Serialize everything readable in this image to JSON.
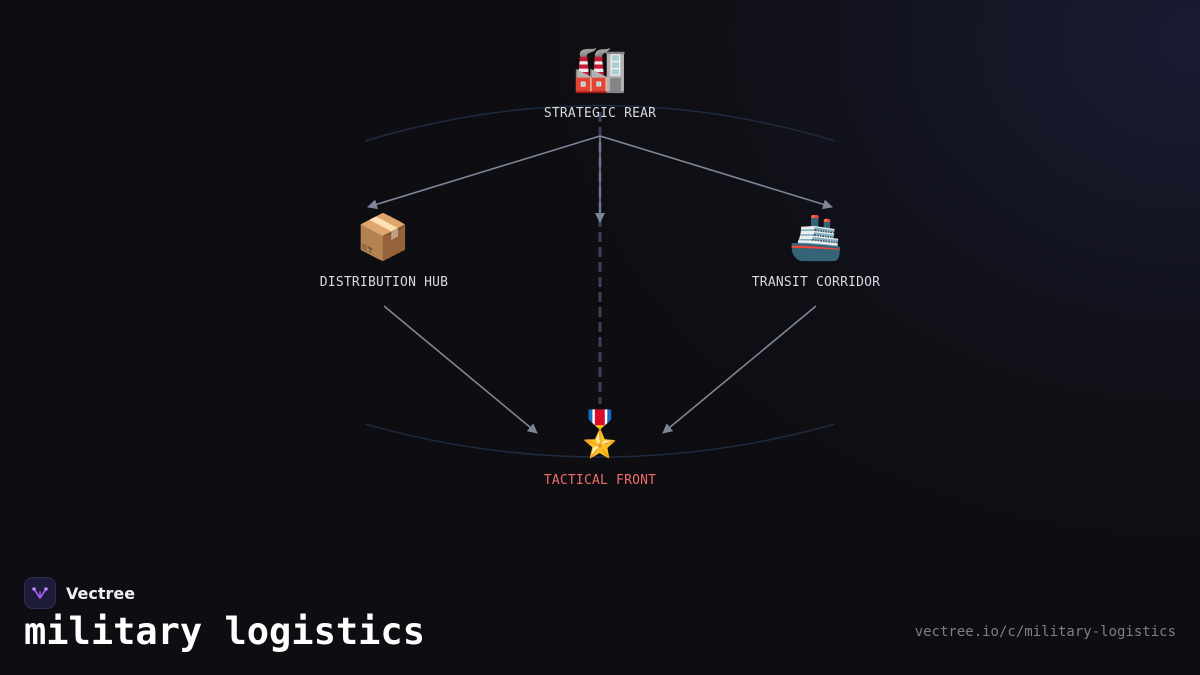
{
  "diagram": {
    "nodes": [
      {
        "id": "strategic-rear",
        "label": "STRATEGIC REAR",
        "icon": "factory-icon",
        "glyph": "🏭",
        "critical": false
      },
      {
        "id": "distribution-hub",
        "label": "DISTRIBUTION HUB",
        "icon": "package-icon",
        "glyph": "📦",
        "critical": false
      },
      {
        "id": "transit-corridor",
        "label": "TRANSIT CORRIDOR",
        "icon": "ship-icon",
        "glyph": "🚢",
        "critical": false
      },
      {
        "id": "tactical-front",
        "label": "TACTICAL FRONT",
        "icon": "medal-icon",
        "glyph": "🎖️",
        "critical": true
      }
    ],
    "edges": [
      {
        "from": "strategic-rear",
        "to": "distribution-hub",
        "style": "solid"
      },
      {
        "from": "strategic-rear",
        "to": "tactical-front",
        "style": "solid"
      },
      {
        "from": "strategic-rear",
        "to": "transit-corridor",
        "style": "solid"
      },
      {
        "from": "strategic-rear",
        "to": "tactical-front",
        "style": "dashed"
      },
      {
        "from": "distribution-hub",
        "to": "tactical-front",
        "style": "solid"
      },
      {
        "from": "transit-corridor",
        "to": "tactical-front",
        "style": "solid"
      }
    ]
  },
  "brand": {
    "name": "Vectree",
    "logo_icon": "vectree-logo-icon"
  },
  "title": "military logistics",
  "url": "vectree.io/c/military-logistics",
  "colors": {
    "background": "#0e0e12",
    "edge": "#7d8699",
    "dashed_edge": "#3a4258",
    "arc": "#1f2a3e",
    "label": "#d6d8de",
    "critical_label": "#f26a6a",
    "logo_accent": "#a35cf0"
  }
}
